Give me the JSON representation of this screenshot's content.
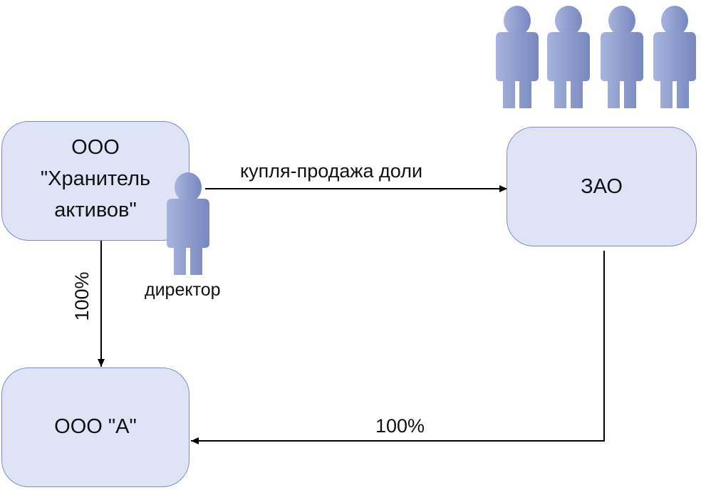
{
  "nodes": {
    "keeper": {
      "line1": "ООО",
      "line2": "\"Хранитель",
      "line3": "активов\""
    },
    "zao": {
      "label": "ЗАО"
    },
    "ooo_a": {
      "label": "ООО \"А\""
    }
  },
  "edges": {
    "sale": {
      "label": "купля-продажа доли"
    },
    "keeper_to_a": {
      "label": "100%"
    },
    "zao_to_a": {
      "label": "100%"
    }
  },
  "director": {
    "label": "директор"
  },
  "colors": {
    "box_fill": "#dfe3f6",
    "box_border": "#7e8ec6",
    "person": "#8f9ecd",
    "line": "#000000"
  },
  "icons": {
    "person": "person-icon"
  }
}
